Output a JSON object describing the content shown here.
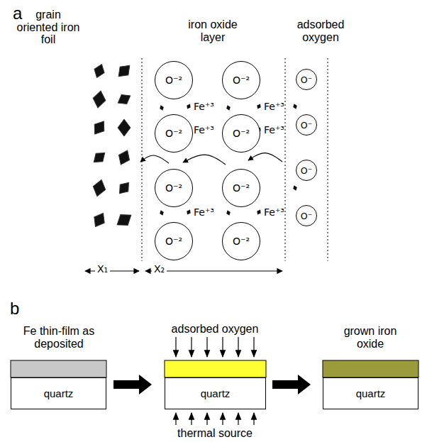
{
  "diagram": {
    "nodes": [
      {
        "text": [
          "O⁻²"
        ]
      },
      {
        "text": [
          "O⁻²"
        ]
      },
      {
        "text": [
          "O⁻²"
        ]
      },
      {
        "text": [
          "O⁻²"
        ]
      },
      {
        "text": [
          "O⁻²"
        ]
      },
      {
        "text": [
          "O⁻²"
        ]
      },
      {
        "text": [
          "O⁻²"
        ]
      },
      {
        "text": [
          "O⁻²"
        ]
      },
      {
        "text": [
          "O⁻"
        ]
      },
      {
        "text": [
          "O⁻"
        ]
      },
      {
        "text": [
          "O⁻"
        ]
      },
      {
        "text": [
          "O⁻"
        ]
      },
      {
        "text": [
          "quartz"
        ]
      },
      {
        "text": [
          "quartz"
        ]
      },
      {
        "text": [
          "quartz"
        ]
      }
    ],
    "labels": [
      "a",
      "grain oriented iron foil",
      "iron oxide layer",
      "adsorbed oxygen",
      "Fe⁺³",
      "Fe⁺³",
      "Fe⁺³",
      "Fe⁺³",
      "Fe⁺³",
      "Fe⁺³",
      "X₁",
      "X₂",
      "b",
      "Fe thin-film as deposited",
      "adsorbed oxygen",
      "thermal source",
      "grown iron oxide"
    ]
  }
}
